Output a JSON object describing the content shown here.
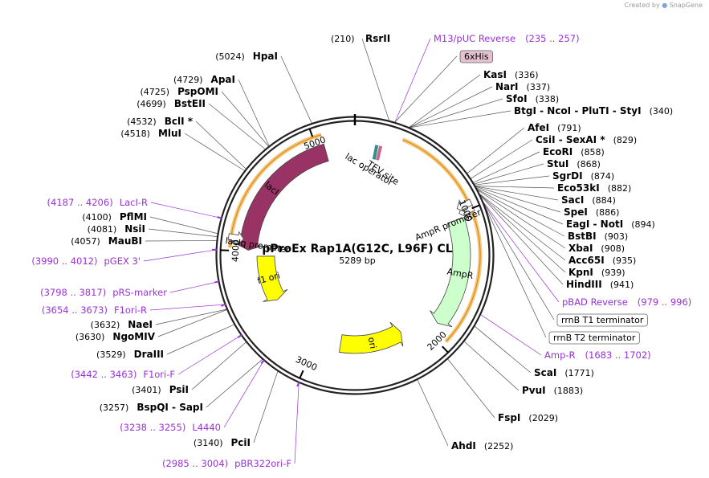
{
  "credit": {
    "prefix": "Created by",
    "brand": "SnapGene"
  },
  "plasmid": {
    "name": "pProEx Rap1A(G12C, L96F) CL",
    "length_label": "5289 bp",
    "length_bp": 5289
  },
  "ticks": [
    {
      "bp": 1000,
      "label": "1000"
    },
    {
      "bp": 2000,
      "label": "2000"
    },
    {
      "bp": 3000,
      "label": "3000"
    },
    {
      "bp": 4000,
      "label": "4000"
    },
    {
      "bp": 5000,
      "label": "5000"
    }
  ],
  "features": [
    {
      "id": "laci",
      "label": "lacI",
      "start": 4008,
      "end": 5060,
      "dir": "ccw",
      "color": "#993366",
      "label_color": "#ffffff",
      "kind": "arrow"
    },
    {
      "id": "ampr",
      "label": "AmpR",
      "start": 1040,
      "end": 1900,
      "dir": "cw",
      "color": "#ccffcc",
      "label_color": "#000000",
      "kind": "arrow"
    },
    {
      "id": "ori",
      "label": "ori",
      "start": 2190,
      "end": 2780,
      "dir": "ccw",
      "color": "#ffff00",
      "label_color": "#000000",
      "kind": "arrow"
    },
    {
      "id": "f1ori",
      "label": "f1 ori",
      "start": 3530,
      "end": 3960,
      "dir": "ccw",
      "color": "#ffff00",
      "label_color": "#000000",
      "kind": "arrow"
    }
  ],
  "promoters": [
    {
      "id": "lacIq",
      "label": "lacIq promoter",
      "bp": 4090
    },
    {
      "id": "ampr-prom",
      "label": "AmpR promoter",
      "bp": 1000
    },
    {
      "id": "small-arrow",
      "label": "",
      "bp": 960
    }
  ],
  "small_features": [
    {
      "id": "lac-operator",
      "label": "lac operator",
      "bp": 165,
      "color": "#2f8f8f"
    },
    {
      "id": "tev-site",
      "label": "TEV site",
      "bp": 195,
      "color": "#cc6688"
    }
  ],
  "enzymes_right": [
    {
      "name": "RsrII",
      "pos": "(210)",
      "bp": 210
    },
    {
      "name": "KasI",
      "pos": "(336)",
      "bp": 336
    },
    {
      "name": "NarI",
      "pos": "(337)",
      "bp": 337
    },
    {
      "name": "SfoI",
      "pos": "(338)",
      "bp": 338
    },
    {
      "name": "BtgI - NcoI - PluTI - StyI",
      "pos": "(340)",
      "bp": 340
    },
    {
      "name": "AfeI",
      "pos": "(791)",
      "bp": 791
    },
    {
      "name": "CsiI - SexAI *",
      "pos": "(829)",
      "bp": 829
    },
    {
      "name": "EcoRI",
      "pos": "(858)",
      "bp": 858
    },
    {
      "name": "StuI",
      "pos": "(868)",
      "bp": 868
    },
    {
      "name": "SgrDI",
      "pos": "(874)",
      "bp": 874
    },
    {
      "name": "Eco53kI",
      "pos": "(882)",
      "bp": 882
    },
    {
      "name": "SacI",
      "pos": "(884)",
      "bp": 884
    },
    {
      "name": "SpeI",
      "pos": "(886)",
      "bp": 886
    },
    {
      "name": "EagI - NotI",
      "pos": "(894)",
      "bp": 894
    },
    {
      "name": "BstBI",
      "pos": "(903)",
      "bp": 903
    },
    {
      "name": "XbaI",
      "pos": "(908)",
      "bp": 908
    },
    {
      "name": "Acc65I",
      "pos": "(935)",
      "bp": 935
    },
    {
      "name": "KpnI",
      "pos": "(939)",
      "bp": 939
    },
    {
      "name": "HindIII",
      "pos": "(941)",
      "bp": 941
    },
    {
      "name": "ScaI",
      "pos": "(1771)",
      "bp": 1771
    },
    {
      "name": "PvuI",
      "pos": "(1883)",
      "bp": 1883
    },
    {
      "name": "FspI",
      "pos": "(2029)",
      "bp": 2029
    },
    {
      "name": "AhdI",
      "pos": "(2252)",
      "bp": 2252
    }
  ],
  "enzymes_left": [
    {
      "name": "HpaI",
      "pos": "(5024)",
      "bp": 5024
    },
    {
      "name": "ApaI",
      "pos": "(4729)",
      "bp": 4729
    },
    {
      "name": "PspOMI",
      "pos": "(4725)",
      "bp": 4725
    },
    {
      "name": "BstEII",
      "pos": "(4699)",
      "bp": 4699
    },
    {
      "name": "BclI *",
      "pos": "(4532)",
      "bp": 4532
    },
    {
      "name": "MluI",
      "pos": "(4518)",
      "bp": 4518
    },
    {
      "name": "PflMI",
      "pos": "(4100)",
      "bp": 4100
    },
    {
      "name": "NsiI",
      "pos": "(4081)",
      "bp": 4081
    },
    {
      "name": "MauBI",
      "pos": "(4057)",
      "bp": 4057
    },
    {
      "name": "NaeI",
      "pos": "(3632)",
      "bp": 3632
    },
    {
      "name": "NgoMIV",
      "pos": "(3630)",
      "bp": 3630
    },
    {
      "name": "DraIII",
      "pos": "(3529)",
      "bp": 3529
    },
    {
      "name": "PsiI",
      "pos": "(3401)",
      "bp": 3401
    },
    {
      "name": "BspQI - SapI",
      "pos": "(3257)",
      "bp": 3257
    },
    {
      "name": "PciI",
      "pos": "(3140)",
      "bp": 3140
    }
  ],
  "primers_right": [
    {
      "name": "M13/pUC Reverse",
      "range": "(235 .. 257)",
      "bp": 246
    },
    {
      "name": "pBAD Reverse",
      "range": "(979 .. 996)",
      "bp": 988
    },
    {
      "name": "Amp-R",
      "range": "(1683 .. 1702)",
      "bp": 1692
    }
  ],
  "primers_left": [
    {
      "name": "LacI-R",
      "range": "(4187 .. 4206)",
      "bp": 4196
    },
    {
      "name": "pGEX 3'",
      "range": "(3990 .. 4012)",
      "bp": 4001
    },
    {
      "name": "pRS-marker",
      "range": "(3798 .. 3817)",
      "bp": 3807
    },
    {
      "name": "F1ori-R",
      "range": "(3654 .. 3673)",
      "bp": 3663
    },
    {
      "name": "F1ori-F",
      "range": "(3442 .. 3463)",
      "bp": 3452
    },
    {
      "name": "L4440",
      "range": "(3238 .. 3255)",
      "bp": 3246
    },
    {
      "name": "pBR322ori-F",
      "range": "(2985 .. 3004)",
      "bp": 2994
    }
  ],
  "boxed_labels": [
    {
      "name": "6xHis",
      "bp": 245,
      "fill": "#e3c1cf"
    },
    {
      "name": "rrnB T1 terminator",
      "bp": 985,
      "fill": "#ffffff"
    },
    {
      "name": "rrnB T2 terminator",
      "bp": 1005,
      "fill": "#ffffff"
    }
  ],
  "orf_arcs": [
    {
      "start": 330,
      "end": 940
    },
    {
      "start": 1020,
      "end": 1960
    },
    {
      "start": 4020,
      "end": 5060
    }
  ]
}
